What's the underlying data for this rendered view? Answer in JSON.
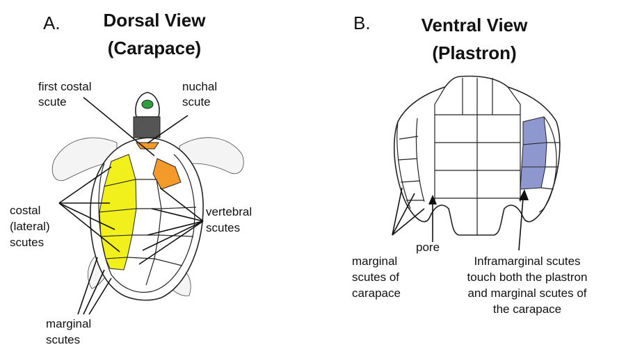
{
  "panel_a": {
    "letter": "A.",
    "title_line1": "Dorsal View",
    "title_line2": "(Carapace)",
    "labels": {
      "first_costal_1": "first costal",
      "first_costal_2": "scute",
      "nuchal_1": "nuchal",
      "nuchal_2": "scute",
      "costal_1": "costal",
      "costal_2": "(lateral)",
      "costal_3": "scutes",
      "vertebral_1": "vertebral",
      "vertebral_2": "scutes",
      "marginal_1": "marginal",
      "marginal_2": "scutes"
    }
  },
  "panel_b": {
    "letter": "B.",
    "title_line1": "Ventral View",
    "title_line2": "(Plastron)",
    "labels": {
      "marginal_1": "marginal",
      "marginal_2": "scutes of",
      "marginal_3": "carapace",
      "pore": "pore",
      "infra_1": "Inframarginal scutes",
      "infra_2": "touch both the plastron",
      "infra_3": "and marginal scutes of",
      "infra_4": "the carapace"
    }
  },
  "colors": {
    "costal_highlight": "#f2f01c",
    "first_costal_highlight": "#f39a2a",
    "nuchal_highlight": "#f39a2a",
    "inframarginal_highlight": "#8e98cf",
    "head_eye": "#2e9e3e"
  }
}
